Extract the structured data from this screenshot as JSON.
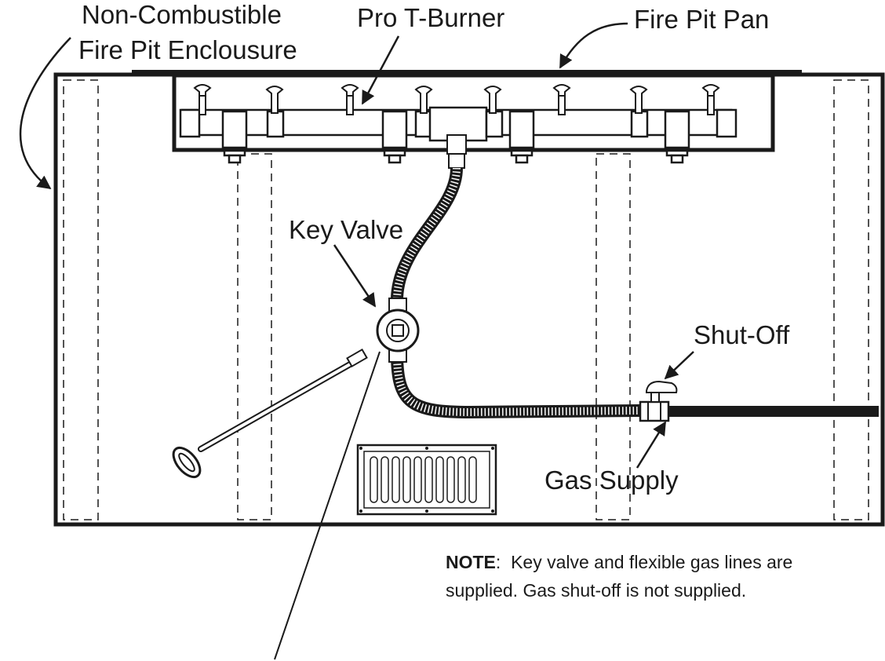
{
  "labels": {
    "enclosure_line1": "Non-Combustible",
    "enclosure_line2": "Fire Pit Enclousure",
    "burner": "Pro T-Burner",
    "pan": "Fire Pit Pan",
    "key_valve": "Key Valve",
    "shut_off": "Shut-Off",
    "gas_supply": "Gas Supply"
  },
  "note": {
    "title": "NOTE",
    "line1": "Key valve and flexible gas lines are",
    "line2": "supplied.  Gas shut-off is not supplied."
  },
  "colors": {
    "ink": "#1a1a1a",
    "background": "#ffffff"
  }
}
